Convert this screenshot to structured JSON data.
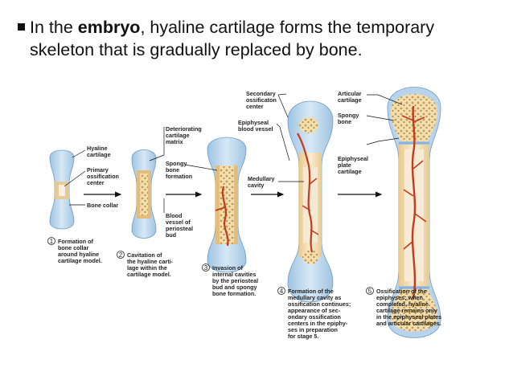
{
  "slide": {
    "text_before": "In the ",
    "text_bold": "embryo",
    "text_after": ", hyaline cartilage forms the temporary",
    "line2": "skeleton that is gradually replaced by bone."
  },
  "diagram": {
    "labels": {
      "hyaline_cartilage": [
        "Hyaline",
        "cartilage"
      ],
      "primary_ossification_center": [
        "Primary",
        "ossification",
        "center"
      ],
      "bone_collar": [
        "Bone collar"
      ],
      "deteriorating_cartilage_matrix": [
        "Deteriorating",
        "cartilage",
        "matrix"
      ],
      "spongy_bone_formation": [
        "Spongy",
        "bone",
        "formation"
      ],
      "blood_vessel_periosteal_bud": [
        "Blood",
        "vessel of",
        "periosteal",
        "bud"
      ],
      "secondary_ossification_center": [
        "Secondary",
        "ossificaton",
        "center"
      ],
      "epiphyseal_blood_vessel": [
        "Epiphyseal",
        "blood vessel"
      ],
      "medullary_cavity": [
        "Medullary",
        "cavity"
      ],
      "articular_cartilage": [
        "Articular",
        "cartilage"
      ],
      "spongy_bone": [
        "Spongy",
        "bone"
      ],
      "epiphyseal_plate_cartilage": [
        "Epiphyseal",
        "plate",
        "cartilage"
      ]
    },
    "steps": [
      {
        "num": "1",
        "lines": [
          "Formation of",
          "bone collar",
          "around hyaline",
          "cartilage model."
        ]
      },
      {
        "num": "2",
        "lines": [
          "Cavitation of",
          "the hyaline carti-",
          "lage within the",
          "cartilage model."
        ]
      },
      {
        "num": "3",
        "lines": [
          "Invasion of",
          "internal cavities",
          "by the periosteal",
          "bud and spongy",
          "bone formation."
        ]
      },
      {
        "num": "4",
        "lines": [
          "Formation of the",
          "medullary cavity as",
          "ossification continues;",
          "appearance of sec-",
          "ondary ossification",
          "centers in the epiphy-",
          "ses in preparation",
          "for stage 5."
        ]
      },
      {
        "num": "5",
        "lines": [
          "Ossification of the",
          "epiphyses; when",
          "completed, hyaline",
          "cartilage remains only",
          "in the epiphyseal plates",
          "and articular cartilages."
        ]
      }
    ]
  }
}
